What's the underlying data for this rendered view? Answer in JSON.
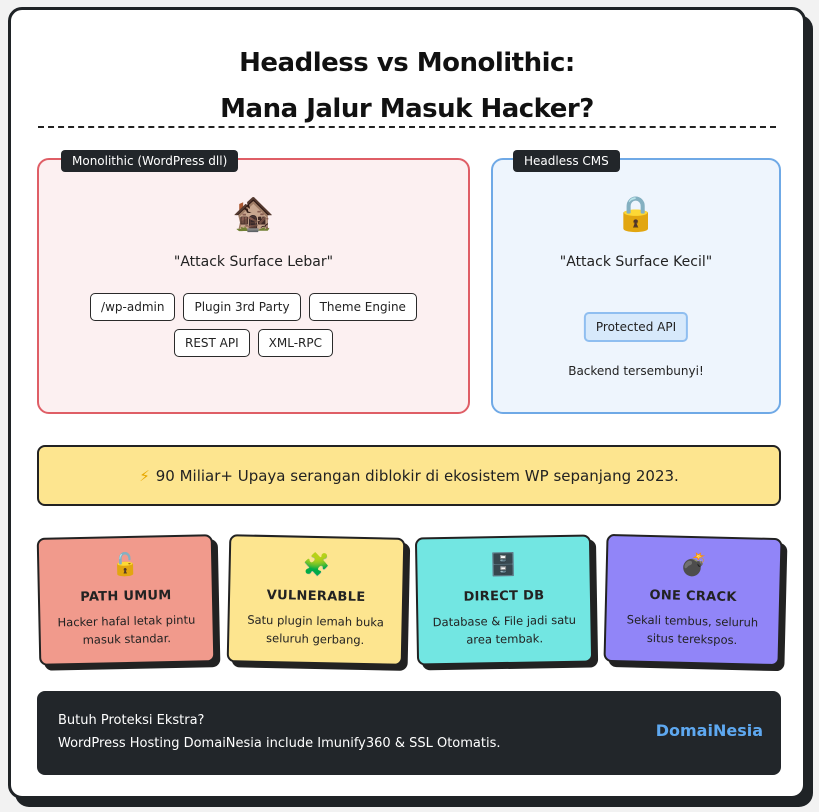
{
  "title": {
    "line1": "Headless vs Monolithic:",
    "line2": "Mana Jalur Masuk Hacker?"
  },
  "monolithic": {
    "tag": "Monolithic (WordPress dll)",
    "icon": "house-icon",
    "icon_glyph": "🏚️",
    "subtitle": "\"Attack Surface Lebar\"",
    "chips": [
      "/wp-admin",
      "Plugin 3rd Party",
      "Theme Engine",
      "REST API",
      "XML-RPC"
    ]
  },
  "headless": {
    "tag": "Headless CMS",
    "icon": "lock-icon",
    "icon_glyph": "🔒",
    "subtitle": "\"Attack Surface Kecil\"",
    "protected": "Protected API",
    "note": "Backend tersembunyi!"
  },
  "stat": {
    "icon_glyph": "⚡",
    "text": "90 Miliar+ Upaya serangan diblokir di ekosistem WP sepanjang 2023."
  },
  "cards": [
    {
      "icon": "unlock-icon",
      "glyph": "🔓",
      "heading": "PATH UMUM",
      "desc": "Hacker hafal letak pintu masuk standar.",
      "color": "#f19a8c"
    },
    {
      "icon": "puzzle-icon",
      "glyph": "🧩",
      "heading": "VULNERABLE",
      "desc": "Satu plugin lemah buka seluruh gerbang.",
      "color": "#fde58f"
    },
    {
      "icon": "cabinet-icon",
      "glyph": "🗄️",
      "heading": "DIRECT DB",
      "desc": "Database & File jadi satu area tembak.",
      "color": "#72e6e2"
    },
    {
      "icon": "bomb-icon",
      "glyph": "💣",
      "heading": "ONE CRACK",
      "desc": "Sekali tembus, seluruh situs terekspos.",
      "color": "#9185f8"
    }
  ],
  "footer": {
    "line1": "Butuh Proteksi Ekstra?",
    "line2": "WordPress Hosting DomaiNesia include Imunify360 & SSL Otomatis.",
    "brand": "DomaiNesia"
  }
}
